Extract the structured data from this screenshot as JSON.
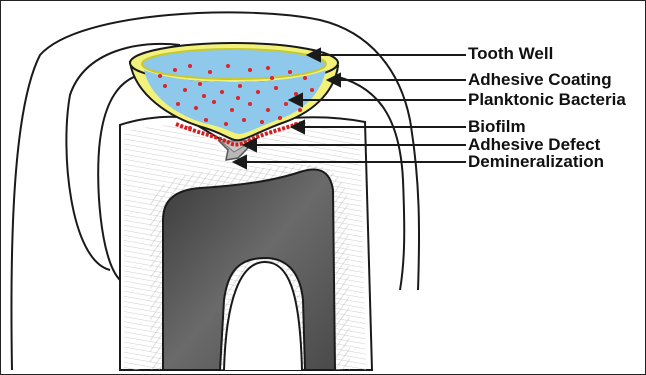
{
  "labels": {
    "tooth_well": "Tooth Well",
    "adhesive_coating": "Adhesive Coating",
    "planktonic_bacteria": "Planktonic Bacteria",
    "biofilm": "Biofilm",
    "adhesive_defect": "Adhesive Defect",
    "demineralization": "Demineralization"
  },
  "colors": {
    "outline": "#1a1a1a",
    "enamel": "#ffffff",
    "dentin_hatch": "#9a9a9a",
    "pulp": "#4a4a4a",
    "adhesive_coating": "#f0f060",
    "well_rim": "#d8d830",
    "fluid": "#8ec8ea",
    "bacteria": "#e0232a",
    "biofilm": "#d11e1e",
    "defect": "#b8b8b8"
  }
}
